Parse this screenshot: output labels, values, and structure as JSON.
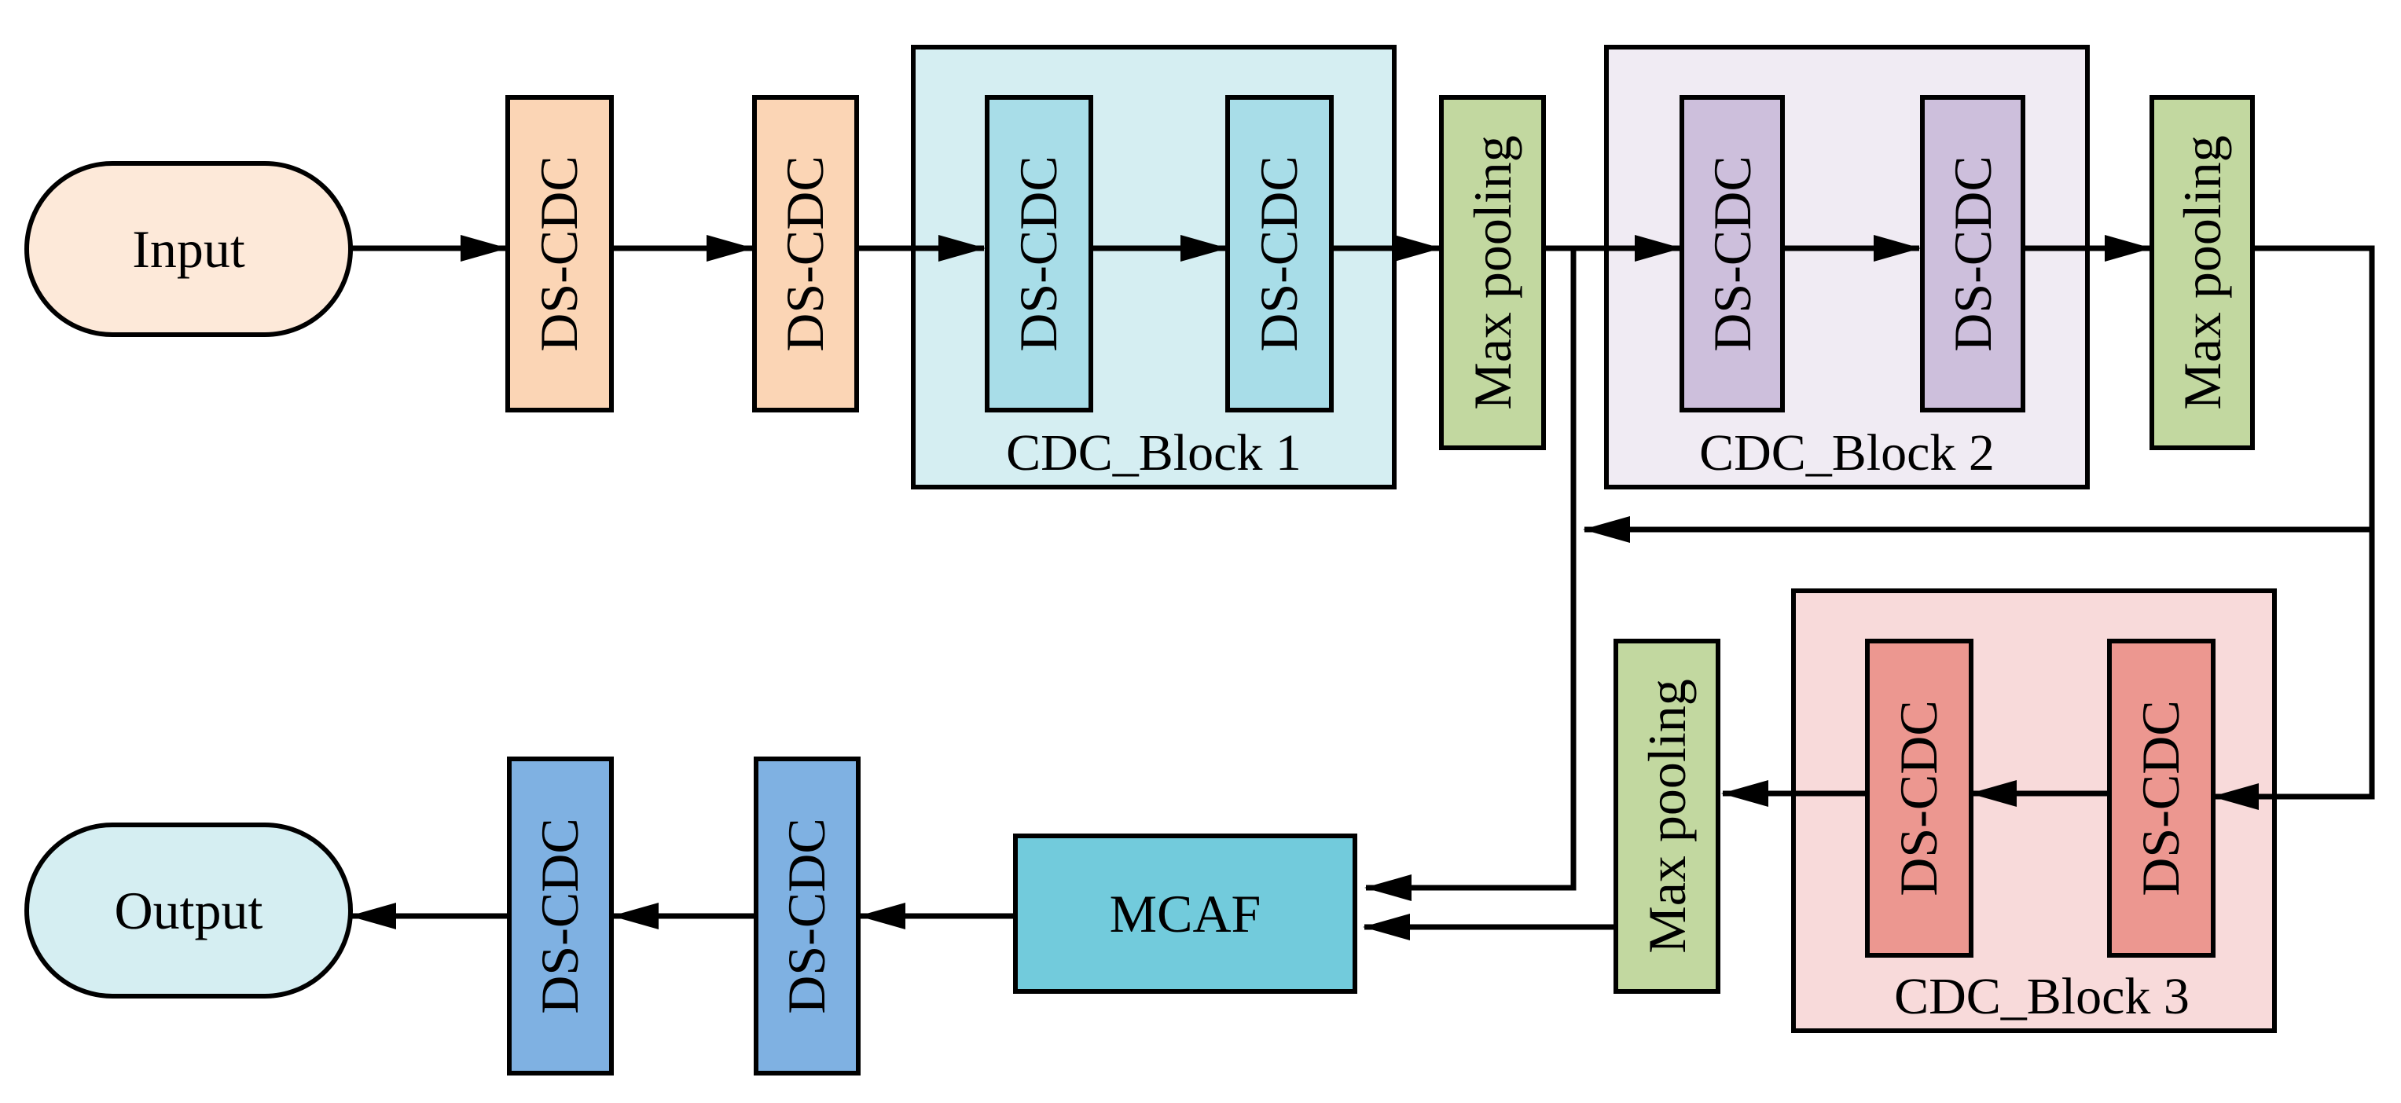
{
  "nodes": {
    "input": {
      "label": "Input"
    },
    "output": {
      "label": "Output"
    },
    "mcaf": {
      "label": "MCAF"
    },
    "ds_cdc_1": {
      "label": "DS-CDC"
    },
    "ds_cdc_2": {
      "label": "DS-CDC"
    },
    "block1_ds_cdc_1": {
      "label": "DS-CDC"
    },
    "block1_ds_cdc_2": {
      "label": "DS-CDC"
    },
    "block2_ds_cdc_1": {
      "label": "DS-CDC"
    },
    "block2_ds_cdc_2": {
      "label": "DS-CDC"
    },
    "block3_ds_cdc_1": {
      "label": "DS-CDC"
    },
    "block3_ds_cdc_2": {
      "label": "DS-CDC"
    },
    "out_ds_cdc_1": {
      "label": "DS-CDC"
    },
    "out_ds_cdc_2": {
      "label": "DS-CDC"
    },
    "maxpool_1": {
      "label": "Max pooling"
    },
    "maxpool_2": {
      "label": "Max pooling"
    },
    "maxpool_3": {
      "label": "Max pooling"
    }
  },
  "groups": {
    "block1": {
      "label": "CDC_Block 1"
    },
    "block2": {
      "label": "CDC_Block 2"
    },
    "block3": {
      "label": "CDC_Block 3"
    }
  },
  "colors": {
    "input_fill": "#fde9d9",
    "output_fill": "#d5eef2",
    "ds_cdc_orange": "#fbd5b5",
    "block1_bg": "#d5eef2",
    "block1_ds_cdc": "#a8dde8",
    "block2_bg": "#f0ebf3",
    "block2_ds_cdc": "#cdbfdc",
    "block3_bg": "#f8dada",
    "block3_ds_cdc": "#ec9790",
    "maxpool_green": "#c2d8a0",
    "mcaf_fill": "#72cbdc",
    "ds_cdc_blue": "#7fb1e2",
    "line": "#000000"
  }
}
